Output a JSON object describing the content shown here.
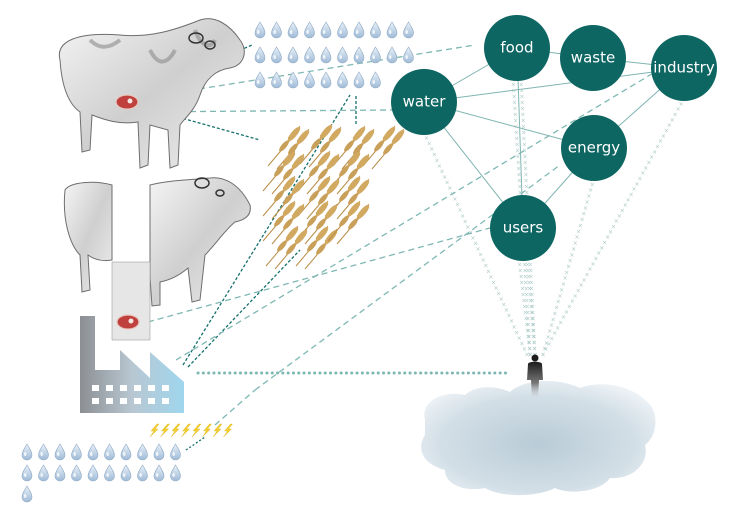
{
  "diagram": {
    "title": "",
    "colors": {
      "node_fill": "#0e6663",
      "node_text": "#ffffff",
      "link": "#7fb5b1",
      "dark_dash": "#15706c",
      "light_dash": "#7fb8b3",
      "cross_line": "#a9c9c6",
      "water_drop": "#b9cfe3",
      "wheat": "#c9a05a",
      "lightning": "#f2cf2e",
      "meat": "#c0403e",
      "factory_dark": "#8e9195",
      "factory_light": "#9fd3ea"
    },
    "nodes": [
      {
        "id": "food",
        "label": "food"
      },
      {
        "id": "waste",
        "label": "waste"
      },
      {
        "id": "industry",
        "label": "industry"
      },
      {
        "id": "water",
        "label": "water"
      },
      {
        "id": "energy",
        "label": "energy"
      },
      {
        "id": "users",
        "label": "users"
      }
    ],
    "links": [
      [
        "water",
        "food"
      ],
      [
        "food",
        "waste"
      ],
      [
        "waste",
        "industry"
      ],
      [
        "water",
        "industry"
      ],
      [
        "water",
        "energy"
      ],
      [
        "water",
        "users"
      ],
      [
        "food",
        "users"
      ],
      [
        "energy",
        "industry"
      ],
      [
        "energy",
        "users"
      ]
    ],
    "person_links": [
      "water",
      "food",
      "users",
      "energy",
      "industry"
    ],
    "illustrations": {
      "cows": 2,
      "meat_pieces": 2,
      "top_water_drops_rows": [
        10,
        10,
        8
      ],
      "bottom_water_drops_rows": [
        10,
        10,
        1
      ],
      "wheat_stalks": 15,
      "lightning_bolts": 8,
      "factory": 1,
      "person_on_cloud": 1
    }
  }
}
